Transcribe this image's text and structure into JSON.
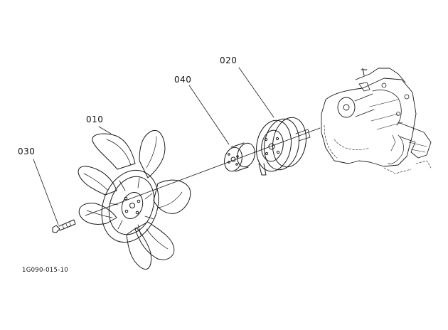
{
  "diagram": {
    "callouts": [
      {
        "id": "fan",
        "label": "010"
      },
      {
        "id": "pulley",
        "label": "020"
      },
      {
        "id": "bolt",
        "label": "030"
      },
      {
        "id": "spacer",
        "label": "040"
      }
    ],
    "drawing_ref": "1G090-015-10"
  }
}
